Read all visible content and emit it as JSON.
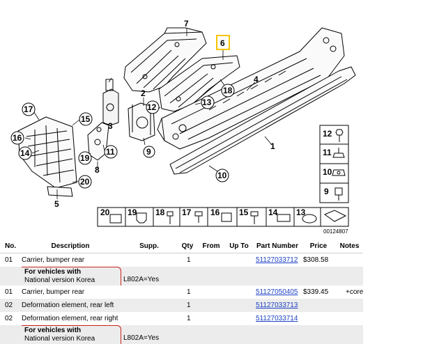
{
  "diagram": {
    "callouts": {
      "c7": "7",
      "c6": "6",
      "c4": "4",
      "c18": "18",
      "c2": "2",
      "c12": "12",
      "c13": "13",
      "c17": "17",
      "c15": "15",
      "c16": "16",
      "c14": "14",
      "c3": "3",
      "c11": "11",
      "c9": "9",
      "c19": "19",
      "c8": "8",
      "c20": "20",
      "c5": "5",
      "c1": "1",
      "c10": "10"
    },
    "side_legend": [
      "12",
      "11",
      "10",
      "9"
    ],
    "bottom_legend": [
      "20",
      "19",
      "18",
      "17",
      "16",
      "15",
      "14",
      "13"
    ],
    "image_number": "00124807",
    "highlight_color": "#f5c400"
  },
  "table": {
    "headers": {
      "no": "No.",
      "description": "Description",
      "supp": "Supp.",
      "qty": "Qty",
      "from": "From",
      "upto": "Up To",
      "part_number": "Part Number",
      "price": "Price",
      "notes": "Notes"
    },
    "rows": [
      {
        "no": "01",
        "description": "Carrier, bumper rear",
        "supp": "",
        "qty": "1",
        "from": "",
        "upto": "",
        "part_number": "51127033712",
        "price": "$308.58",
        "notes": ""
      },
      {
        "note_title": "For vehicles with",
        "note_text": "National version Korea",
        "supp": "L802A=Yes"
      },
      {
        "no": "01",
        "description": "Carrier, bumper rear",
        "supp": "",
        "qty": "1",
        "from": "",
        "upto": "",
        "part_number": "51127050405",
        "price": "$339.45",
        "notes": "+core"
      },
      {
        "no": "02",
        "description": "Deformation element, rear left",
        "supp": "",
        "qty": "1",
        "from": "",
        "upto": "",
        "part_number": "51127033713",
        "price": "",
        "notes": ""
      },
      {
        "no": "02",
        "description": "Deformation element, rear right",
        "supp": "",
        "qty": "1",
        "from": "",
        "upto": "",
        "part_number": "51127033714",
        "price": "",
        "notes": ""
      },
      {
        "note_title": "For vehicles with",
        "note_text": "National version Korea",
        "supp": "L802A=Yes"
      }
    ]
  }
}
